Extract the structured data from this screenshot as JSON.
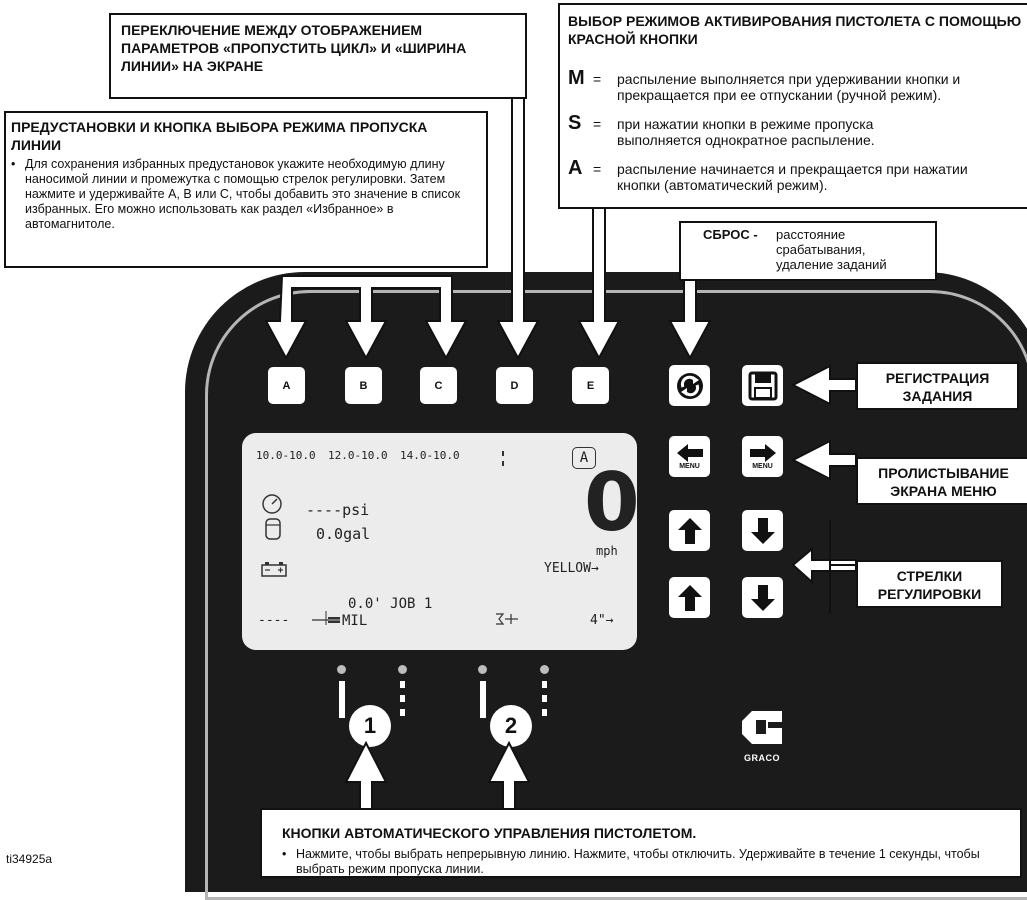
{
  "callouts": {
    "toggle_display": {
      "title": "ПЕРЕКЛЮЧЕНИЕ МЕЖДУ ОТОБРАЖЕНИЕМ ПАРАМЕТРОВ «ПРОПУСТИТЬ ЦИКЛ» И «ШИРИНА ЛИНИИ» НА ЭКРАНЕ"
    },
    "gun_modes": {
      "title": "ВЫБОР РЕЖИМОВ АКТИВИРОВАНИЯ ПИСТОЛЕТА С ПОМОЩЬЮ КРАСНОЙ КНОПКИ",
      "modes": [
        {
          "key": "M",
          "text": "распыление выполняется при удерживании кнопки и прекращается при ее отпускании (ручной режим)."
        },
        {
          "key": "S",
          "text": "при нажатии кнопки в режиме пропуска выполняется однократное распыление."
        },
        {
          "key": "A",
          "text": "распыление начинается и прекращается при нажатии кнопки (автоматический режим)."
        }
      ]
    },
    "presets": {
      "title": "ПРЕДУСТАНОВКИ И КНОПКА ВЫБОРА РЕЖИМА ПРОПУСКА ЛИНИИ",
      "bullet": "Для сохранения избранных предустановок укажите необходимую длину наносимой линии и промежутка с помощью стрелок регулировки. Затем нажмите и удерживайте A, B или C, чтобы добавить это значение в список избранных. Его можно использовать как раздел «Избранное» в автомагнитоле."
    },
    "reset": {
      "label": "СБРОС -",
      "text": "расстояние срабатывания, удаление заданий"
    },
    "job_log": {
      "title": "РЕГИСТРАЦИЯ ЗАДАНИЯ"
    },
    "menu_scroll": {
      "title": "ПРОЛИСТЫВАНИЕ ЭКРАНА МЕНЮ"
    },
    "adjust_arrows": {
      "title": "СТРЕЛКИ РЕГУЛИРОВКИ"
    },
    "auto_gun": {
      "title": "КНОПКИ АВТОМАТИЧЕСКОГО УПРАВЛЕНИЯ ПИСТОЛЕТОМ.",
      "bullet": "Нажмите, чтобы выбрать непрерывную линию. Нажмите, чтобы отключить. Удерживайте в течение 1 секунды, чтобы выбрать режим пропуска линии."
    }
  },
  "panel": {
    "keys": [
      "A",
      "B",
      "C",
      "D",
      "E"
    ],
    "menu_label": "MENU",
    "gun_buttons": [
      "1",
      "2"
    ],
    "brand": "GRACO"
  },
  "lcd": {
    "presets": [
      "10.0-10.0",
      "12.0-10.0",
      "14.0-10.0"
    ],
    "mode_letter": "A",
    "speed": "0",
    "speed_unit": "mph",
    "pressure": "----psi",
    "volume": "0.0gal",
    "color": "YELLOW→",
    "distance_job": "0.0' JOB 1",
    "mil_dash": "----",
    "mil": "MIL",
    "width": "4\"→"
  },
  "figure_id": "ti34925a"
}
